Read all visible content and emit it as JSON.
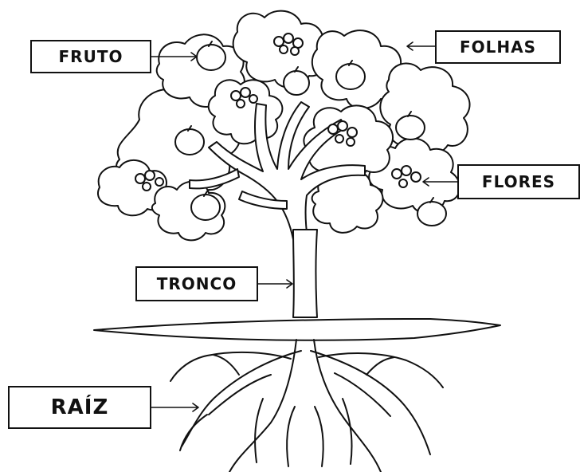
{
  "labels": {
    "fruto": "FRUTO",
    "folhas": "FOLHAS",
    "flores": "FLORES",
    "tronco": "TRONCO",
    "raiz": "RAÍZ"
  },
  "style": {
    "ink": "#111111",
    "paper": "#ffffff"
  }
}
